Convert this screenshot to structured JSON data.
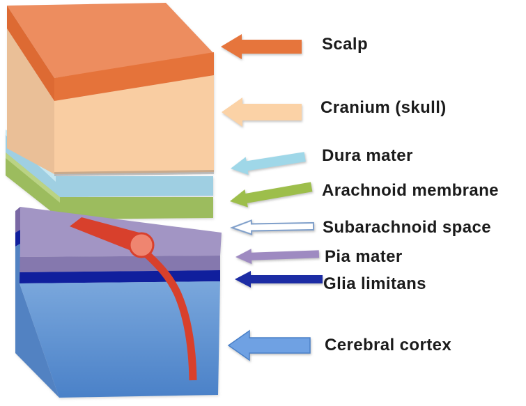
{
  "figure": {
    "type": "anatomical layered block diagram",
    "subject": "Layers between scalp and cerebral cortex (meninges)"
  },
  "background_color": "#ffffff",
  "label_text_color": "#1b1b1b",
  "layers": [
    {
      "name": "scalp",
      "label": "Scalp",
      "arrow_color": "#e6753c"
    },
    {
      "name": "cranium",
      "label": "Cranium (skull)",
      "arrow_color": "#fbd2a6"
    },
    {
      "name": "dura",
      "label": "Dura mater",
      "arrow_color": "#9fd7e8"
    },
    {
      "name": "arachnoid",
      "label": "Arachnoid membrane",
      "arrow_color": "#9dbe4b"
    },
    {
      "name": "subarachnoid",
      "label": "Subarachnoid space",
      "arrow_color": "#ffffff",
      "arrow_outline_color": "#7f9fca"
    },
    {
      "name": "pia",
      "label": "Pia mater",
      "arrow_color": "#9e8ac1"
    },
    {
      "name": "glia",
      "label": "Glia limitans",
      "arrow_color": "#1c2ca4"
    },
    {
      "name": "cortex",
      "label": "Cerebral cortex",
      "arrow_color": "#6fa1e3",
      "arrow_outline_color": "#4a80c8"
    }
  ],
  "block_colors": {
    "scalp_top": "#ed8d5f",
    "scalp_front": "#e5733a",
    "scalp_side": "#dd6a33",
    "cranium_front": "#f9cda2",
    "cranium_side": "#eabf97",
    "dura": "#9fcfe2",
    "dura_highlight": "#c6e7f1",
    "arachnoid": "#9cbc5e",
    "arachnoid_highlight": "#bad384",
    "pia_top": "#a295c4",
    "pia_front": "#8578ae",
    "pia_side": "#7a68a4",
    "glia": "#101f9d",
    "cortex_front_light": "#7aa7dc",
    "cortex_front_dark": "#4a81c8",
    "cortex_side": "#5282c2",
    "vessel": "#d8402c",
    "vessel_cross_section": "#ef8570"
  }
}
